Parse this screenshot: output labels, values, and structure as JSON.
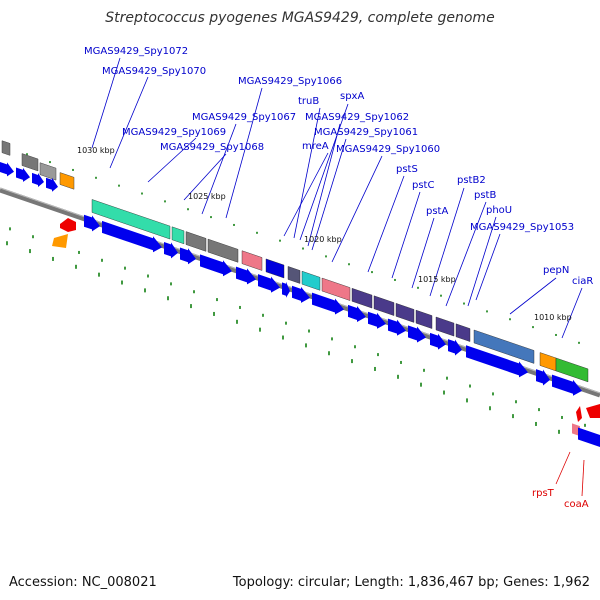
{
  "title": "Streptococcus pyogenes MGAS9429, complete genome",
  "footer": {
    "accession": "Accession: NC_008021",
    "summary": "Topology: circular; Length: 1,836,467 bp; Genes: 1,962"
  },
  "colors": {
    "forward_gene": "#0000ee",
    "label_blue": "#0000cc",
    "label_red": "#dd0000",
    "backbone": "#888888",
    "tick": "#007700"
  },
  "scale": {
    "unit": "kbp",
    "labels": [
      "1030 kbp",
      "1025 kbp",
      "1020 kbp",
      "1015 kbp",
      "1010 kbp"
    ]
  },
  "genes_blue": [
    "MGAS9429_Spy1072",
    "MGAS9429_Spy1070",
    "MGAS9429_Spy1066",
    "truB",
    "spxA",
    "MGAS9429_Spy1067",
    "MGAS9429_Spy1062",
    "MGAS9429_Spy1069",
    "MGAS9429_Spy1061",
    "mreA",
    "MGAS9429_Spy1068",
    "MGAS9429_Spy1060",
    "pstS",
    "pstC",
    "pstB2",
    "pstB",
    "pstA",
    "phoU",
    "MGAS9429_Spy1053",
    "pepN",
    "ciaR"
  ],
  "genes_red": [
    "rpsT",
    "coaA"
  ]
}
